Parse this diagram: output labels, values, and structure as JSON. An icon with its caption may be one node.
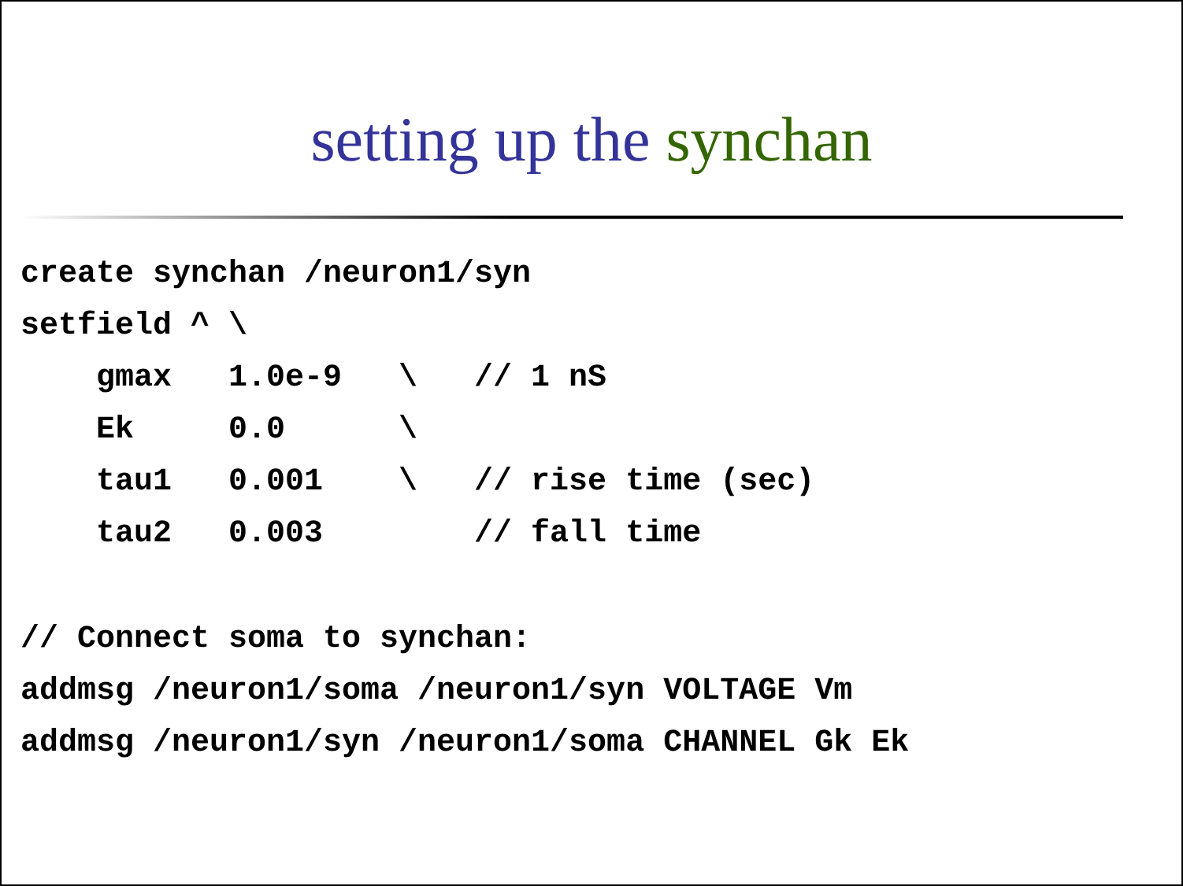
{
  "diagram": {
    "title": "setting up the synchan",
    "labels": [
      "create synchan /neuron1/syn",
      "setfield ^ \\",
      "    gmax   1.0e-9   \\   // 1 nS",
      "    Ek     0.0      \\",
      "    tau1   0.001    \\   // rise time (sec)",
      "    tau2   0.003        // fall time",
      "// Connect soma to synchan:",
      "addmsg /neuron1/soma /neuron1/syn VOLTAGE Vm",
      "addmsg /neuron1/syn /neuron1/soma CHANNEL Gk Ek"
    ]
  }
}
